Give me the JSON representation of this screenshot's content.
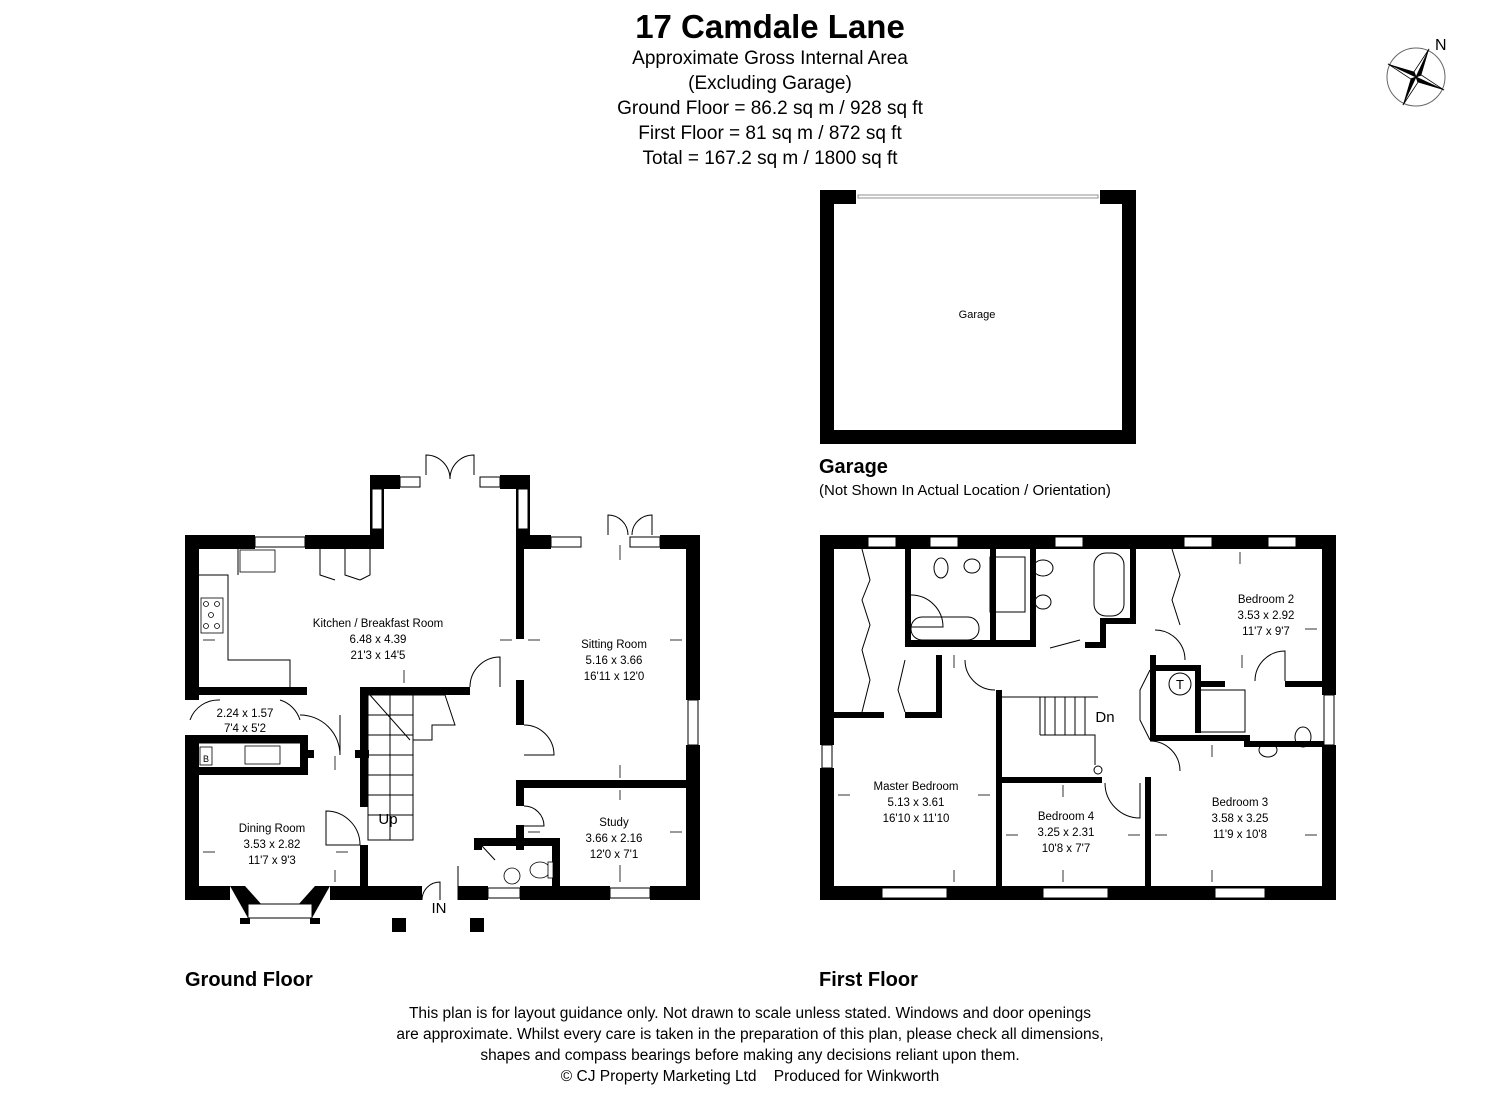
{
  "header": {
    "title": "17 Camdale Lane",
    "subtitle": "Approximate Gross Internal Area",
    "note": "(Excluding Garage)",
    "ground_floor_area": "Ground Floor = 86.2 sq m / 928 sq ft",
    "first_floor_area": "First Floor = 81 sq m / 872 sq ft",
    "total_area": "Total = 167.2 sq m / 1800 sq ft"
  },
  "compass": {
    "label": "N",
    "icon": "compass-rose-icon"
  },
  "garage": {
    "room_label": "Garage",
    "section_title": "Garage",
    "section_note": "(Not Shown In Actual Location / Orientation)"
  },
  "ground_floor": {
    "title": "Ground Floor",
    "rooms": [
      {
        "name": "Kitchen / Breakfast Room",
        "metric": "6.48 x 4.39",
        "imperial": "21'3 x 14'5"
      },
      {
        "name": "Sitting Room",
        "metric": "5.16 x 3.66",
        "imperial": "16'11 x 12'0"
      },
      {
        "name": "",
        "metric": "2.24 x 1.57",
        "imperial": "7'4 x 5'2"
      },
      {
        "name": "Dining Room",
        "metric": "3.53 x 2.82",
        "imperial": "11'7 x 9'3"
      },
      {
        "name": "Study",
        "metric": "3.66 x 2.16",
        "imperial": "12'0 x 7'1"
      }
    ],
    "labels": {
      "stairs": "Up",
      "entrance": "IN",
      "boiler": "B"
    }
  },
  "first_floor": {
    "title": "First Floor",
    "rooms": [
      {
        "name": "Master Bedroom",
        "metric": "5.13 x 3.61",
        "imperial": "16'10 x 11'10"
      },
      {
        "name": "Bedroom 2",
        "metric": "3.53 x 2.92",
        "imperial": "11'7 x 9'7"
      },
      {
        "name": "Bedroom 3",
        "metric": "3.58 x 3.25",
        "imperial": "11'9 x 10'8"
      },
      {
        "name": "Bedroom 4",
        "metric": "3.25 x 2.31",
        "imperial": "10'8 x 7'7"
      }
    ],
    "labels": {
      "stairs": "Dn",
      "tank": "T"
    }
  },
  "disclaimer": {
    "line1": "This plan is for layout guidance only. Not drawn to scale unless stated. Windows and door openings",
    "line2": "are approximate. Whilst every care is taken in the preparation of this plan, please check all dimensions,",
    "line3": "shapes and compass bearings before making any decisions reliant upon them.",
    "copyright": "© CJ Property Marketing Ltd",
    "produced_for": "Produced for Winkworth"
  }
}
